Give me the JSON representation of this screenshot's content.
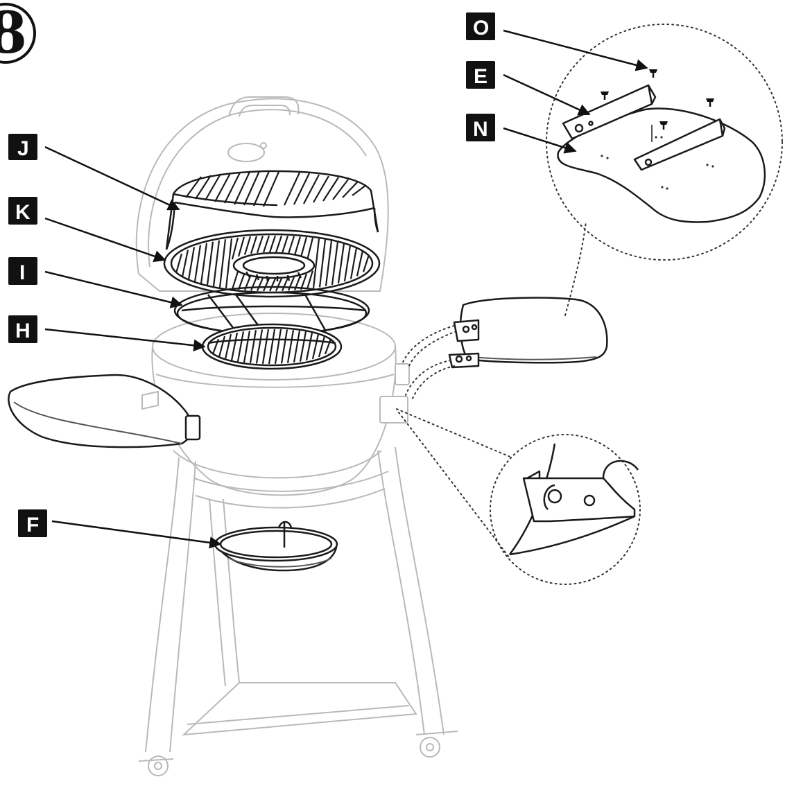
{
  "step": {
    "number": "8"
  },
  "labels": [
    {
      "id": "O",
      "text": "O"
    },
    {
      "id": "E",
      "text": "E"
    },
    {
      "id": "N",
      "text": "N"
    },
    {
      "id": "J",
      "text": "J"
    },
    {
      "id": "K",
      "text": "K"
    },
    {
      "id": "I",
      "text": "I"
    },
    {
      "id": "H",
      "text": "H"
    },
    {
      "id": "F",
      "text": "F"
    }
  ],
  "colors": {
    "ink": "#111111",
    "faint_line": "#b9b9b9",
    "background": "#ffffff"
  }
}
